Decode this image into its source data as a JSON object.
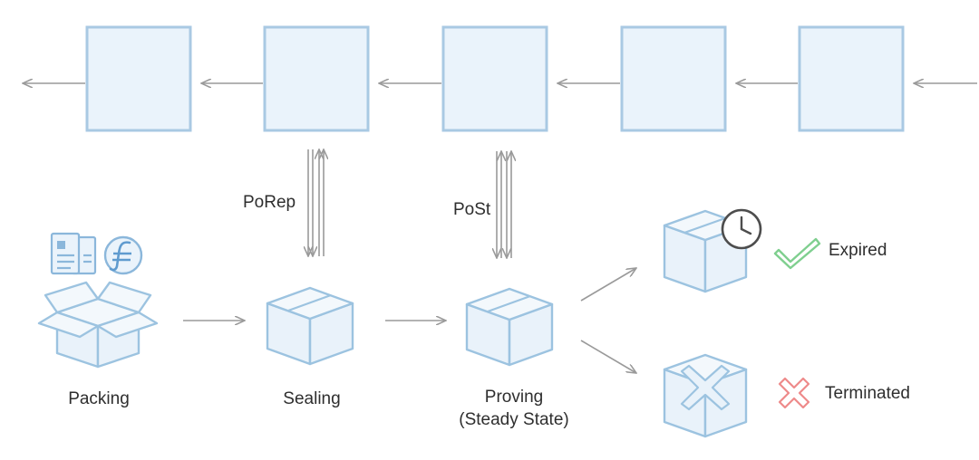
{
  "labels": {
    "porep": "PoRep",
    "post": "PoSt",
    "packing": "Packing",
    "sealing": "Sealing",
    "proving": "Proving",
    "steady_state": "(Steady State)",
    "expired": "Expired",
    "terminated": "Terminated"
  },
  "icons": {
    "documents": "document-icon",
    "coin": "filecoin-icon",
    "clock": "clock-icon",
    "check": "checkmark-icon",
    "cross": "cross-icon"
  },
  "colors": {
    "block_fill": "#eaf3fb",
    "block_stroke": "#a9c9e3",
    "box_stroke": "#9cc3e0",
    "arrow": "#9a9a9a",
    "check": "#7fcf8f",
    "cross": "#ee8a8a",
    "text": "#2e2e2e"
  }
}
